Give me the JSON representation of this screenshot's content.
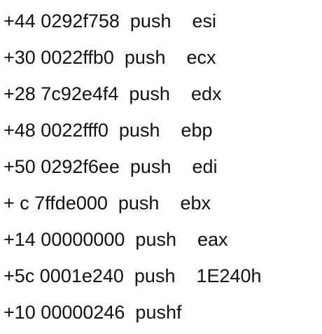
{
  "lines": [
    "+44 0292f758  push    esi",
    "+30 0022ffb0  push    ecx",
    "+28 7c92e4f4  push    edx",
    "+48 0022fff0  push    ebp",
    "+50 0292f6ee  push    edi",
    "+ c 7ffde000  push    ebx",
    "+14 00000000  push    eax",
    "+5c 0001e240  push    1E240h",
    "+10 00000246  pushf"
  ]
}
